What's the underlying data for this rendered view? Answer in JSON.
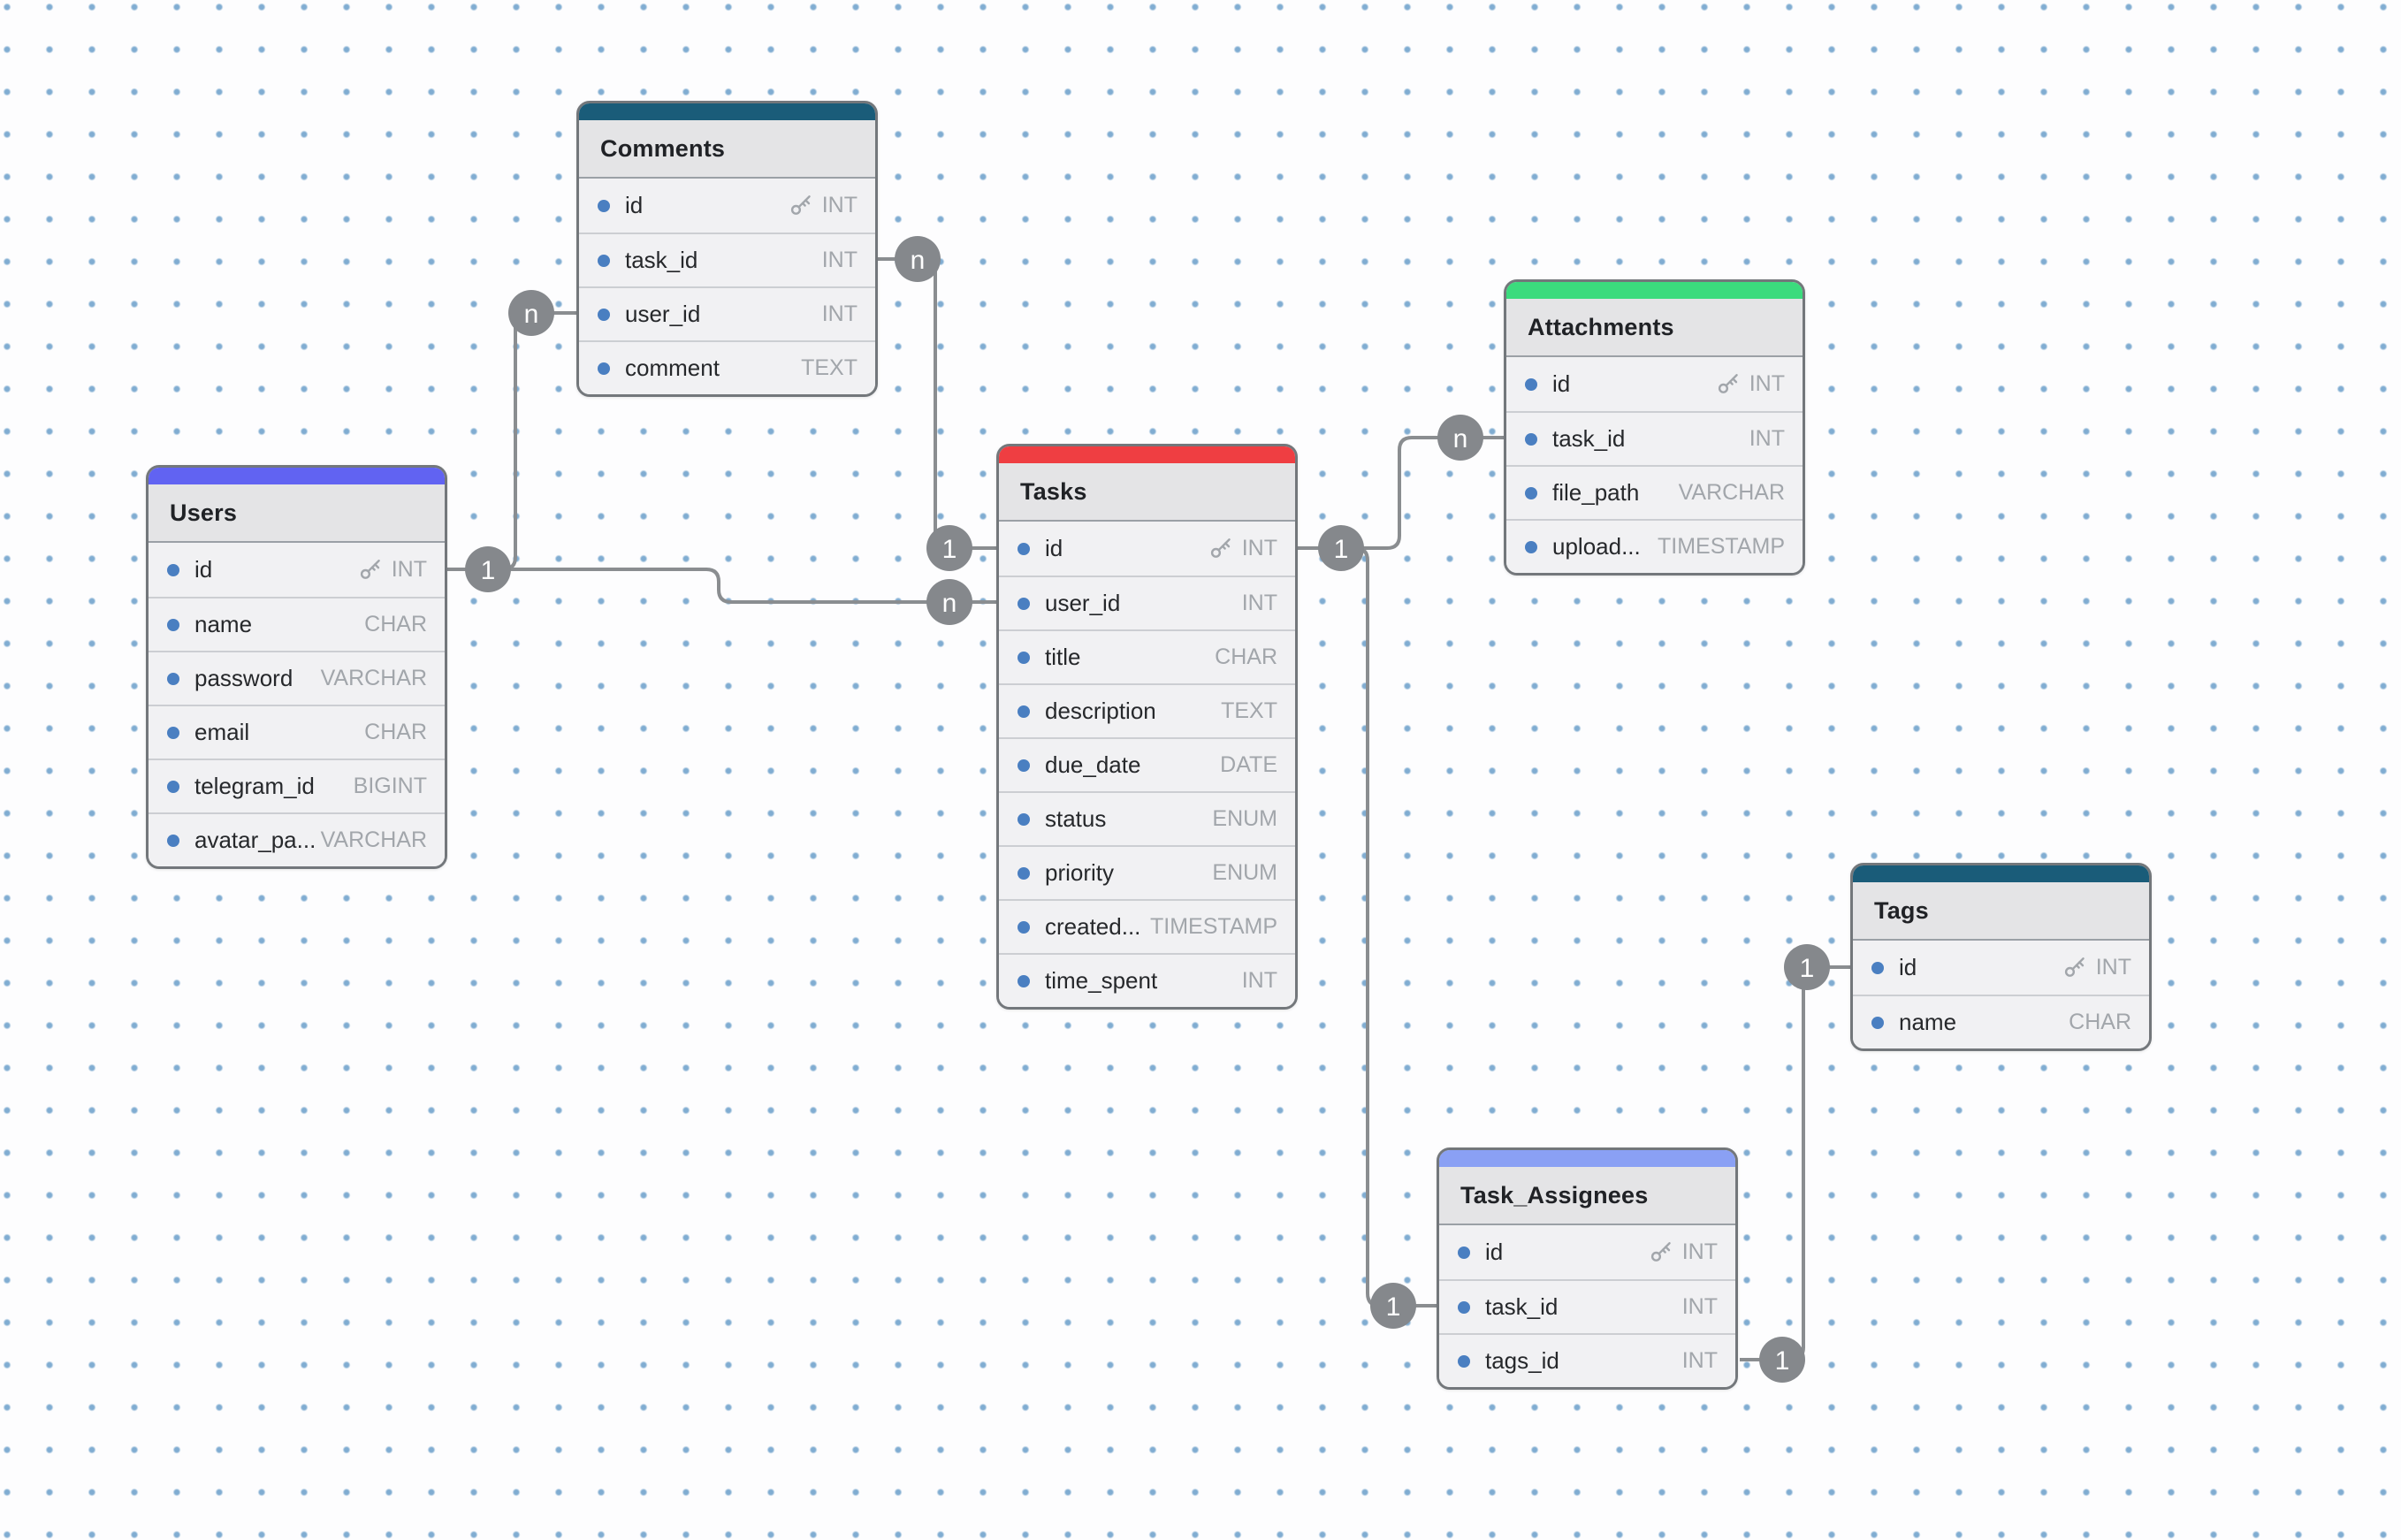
{
  "app": {
    "view": "er-diagram-canvas"
  },
  "ui": {
    "line_color": "#8a8d90",
    "badge_color": "#85888c",
    "field_dot_color": "#4a7fc1",
    "grid_dot_color": "#6098c6"
  },
  "tables": [
    {
      "title": "Comments",
      "accent": "#1a5c79",
      "fields": [
        {
          "name": "id",
          "type": "INT",
          "pk": true
        },
        {
          "name": "task_id",
          "type": "INT"
        },
        {
          "name": "user_id",
          "type": "INT"
        },
        {
          "name": "comment",
          "type": "TEXT"
        }
      ]
    },
    {
      "title": "Users",
      "accent": "#6163f2",
      "fields": [
        {
          "name": "id",
          "type": "INT",
          "pk": true
        },
        {
          "name": "name",
          "type": "CHAR"
        },
        {
          "name": "password",
          "type": "VARCHAR"
        },
        {
          "name": "email",
          "type": "CHAR"
        },
        {
          "name": "telegram_id",
          "type": "BIGINT"
        },
        {
          "name": "avatar_pa...",
          "type": "VARCHAR"
        }
      ]
    },
    {
      "title": "Tasks",
      "accent": "#ef3e42",
      "fields": [
        {
          "name": "id",
          "type": "INT",
          "pk": true
        },
        {
          "name": "user_id",
          "type": "INT"
        },
        {
          "name": "title",
          "type": "CHAR"
        },
        {
          "name": "description",
          "type": "TEXT"
        },
        {
          "name": "due_date",
          "type": "DATE"
        },
        {
          "name": "status",
          "type": "ENUM"
        },
        {
          "name": "priority",
          "type": "ENUM"
        },
        {
          "name": "created...",
          "type": "TIMESTAMP"
        },
        {
          "name": "time_spent",
          "type": "INT"
        }
      ]
    },
    {
      "title": "Attachments",
      "accent": "#3bdb7d",
      "fields": [
        {
          "name": "id",
          "type": "INT",
          "pk": true
        },
        {
          "name": "task_id",
          "type": "INT"
        },
        {
          "name": "file_path",
          "type": "VARCHAR"
        },
        {
          "name": "upload...",
          "type": "TIMESTAMP"
        }
      ]
    },
    {
      "title": "Tags",
      "accent": "#1a5c79",
      "fields": [
        {
          "name": "id",
          "type": "INT",
          "pk": true
        },
        {
          "name": "name",
          "type": "CHAR"
        }
      ]
    },
    {
      "title": "Task_Assignees",
      "accent": "#8aa0f4",
      "fields": [
        {
          "name": "id",
          "type": "INT",
          "pk": true
        },
        {
          "name": "task_id",
          "type": "INT"
        },
        {
          "name": "tags_id",
          "type": "INT"
        }
      ]
    }
  ],
  "connections": [
    {
      "from": "Users.id",
      "to": "Comments.user_id",
      "from_card": "1",
      "to_card": "n"
    },
    {
      "from": "Users.id",
      "to": "Tasks.user_id",
      "from_card": "1",
      "to_card": "n"
    },
    {
      "from": "Comments.task_id",
      "to": "Tasks.id",
      "from_card": "n",
      "to_card": "1"
    },
    {
      "from": "Tasks.id",
      "to": "Attachments.task_id",
      "from_card": "1",
      "to_card": "n"
    },
    {
      "from": "Tasks.id",
      "to": "Task_Assignees.task_id",
      "from_card": "1",
      "to_card": "1"
    },
    {
      "from": "Task_Assignees.tags_id",
      "to": "Tags.id",
      "from_card": "1",
      "to_card": "1"
    }
  ]
}
